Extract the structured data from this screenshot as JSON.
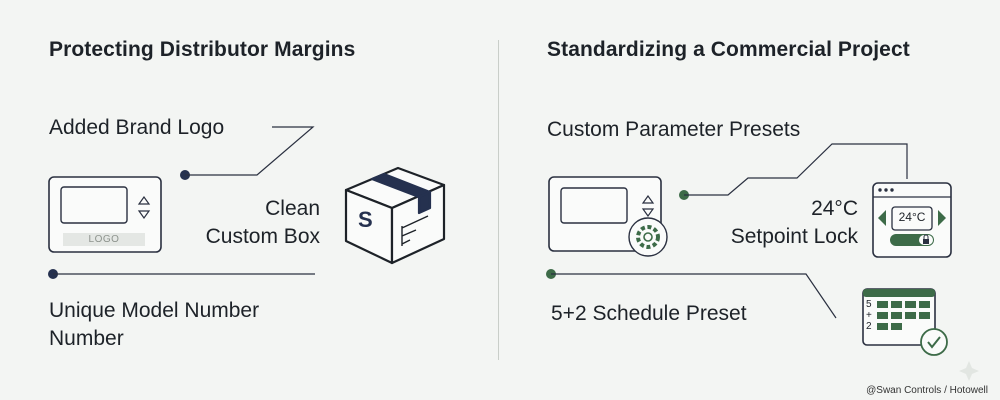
{
  "left_panel": {
    "heading": "Protecting Distributor Margins",
    "brand_logo_label": "Added Brand Logo",
    "thermostat_logo_text": "LOGO",
    "box_label_line1": "Clean",
    "box_label_line2": "Custom Box",
    "box_logo_letter": "S",
    "model_label_line1": "Unique Model Number",
    "model_label_line2": "Number"
  },
  "right_panel": {
    "heading": "Standardizing a Commercial Project",
    "presets_label": "Custom Parameter Presets",
    "setpoint_label_line1": "24°C",
    "setpoint_label_line2": "Setpoint Lock",
    "setpoint_display": "24°C",
    "schedule_label": "5+2 Schedule Preset",
    "calendar_labels": [
      "5",
      "+",
      "2"
    ]
  },
  "credit": "@Swan Controls / Hotowell",
  "colors": {
    "navy": "#25314f",
    "green": "#3d6b48",
    "line": "#2a3040",
    "accent_line": "#3d6b48"
  }
}
